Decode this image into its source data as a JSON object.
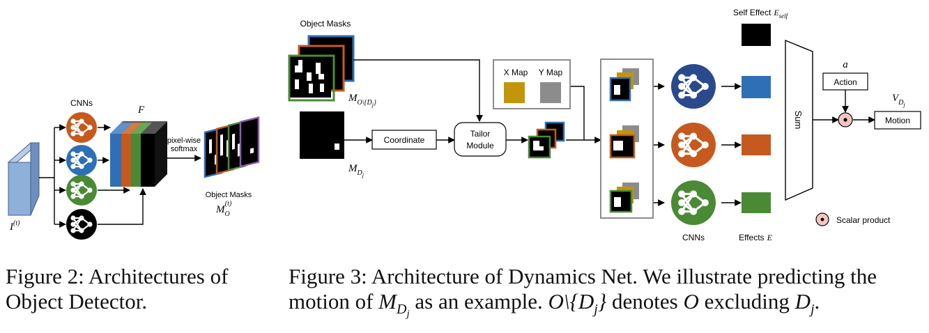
{
  "figure2": {
    "label_cnns": "CNNs",
    "label_F": "F",
    "label_softmax_line1": "pixel-wise",
    "label_softmax_line2": "softmax",
    "label_object_masks": "Object Masks",
    "label_input": "I",
    "label_input_sup": "(t)",
    "label_mo": "M",
    "label_mo_sub": "O",
    "label_mo_sup": "(t)"
  },
  "figure3": {
    "label_object_masks": "Object Masks",
    "label_m_excl": "M",
    "label_m_excl_sub": "O\\{D",
    "label_m_excl_sub2": "j",
    "label_m_excl_sub3": "}",
    "label_m_dj": "M",
    "label_m_dj_sub": "D",
    "label_m_dj_sub2": "j",
    "coordinate": "Coordinate",
    "tailor_line1": "Tailor",
    "tailor_line2": "Module",
    "x_map": "X Map",
    "y_map": "Y Map",
    "cnns": "CNNs",
    "self_effect": "Self Effect",
    "self_effect_sym": "E",
    "self_effect_sub": "self",
    "effects": "Effects",
    "effects_sym": "E",
    "sum": "Sum",
    "action_sym": "a",
    "action": "Action",
    "v_dj": "V",
    "v_dj_sub": "D",
    "v_dj_sub2": "j",
    "motion": "Motion",
    "scalar_product": "Scalar product"
  },
  "captions": {
    "fig2_prefix": "Figure 2:",
    "fig2_text": "Architectures of Object Detector.",
    "fig3_prefix": "Figure 3:",
    "fig3_text1": "Architecture of Dynamics Net. We illustrate predicting the motion of",
    "fig3_m": "M",
    "fig3_m_sub": "D",
    "fig3_m_sub2": "j",
    "fig3_text2": "as an example.",
    "fig3_o": "O\\{D",
    "fig3_o_sub": "j",
    "fig3_o_close": "}",
    "fig3_text3": "denotes",
    "fig3_o2": "O",
    "fig3_text4": "excluding",
    "fig3_d": "D",
    "fig3_d_sub": "j",
    "fig3_end": "."
  },
  "colors": {
    "blue": "#2f6fb6",
    "orange": "#c65a1e",
    "green": "#4a8a35",
    "black": "#000000",
    "navy": "#2a4a8c",
    "gold": "#c2960a",
    "gray": "#8c8c8c",
    "purple": "#8a5cb0",
    "input_blue": "#8fb0d8",
    "scalar": "#f2c6c0"
  },
  "icons": [
    "cnn-network-icon",
    "scalar-product-icon"
  ]
}
